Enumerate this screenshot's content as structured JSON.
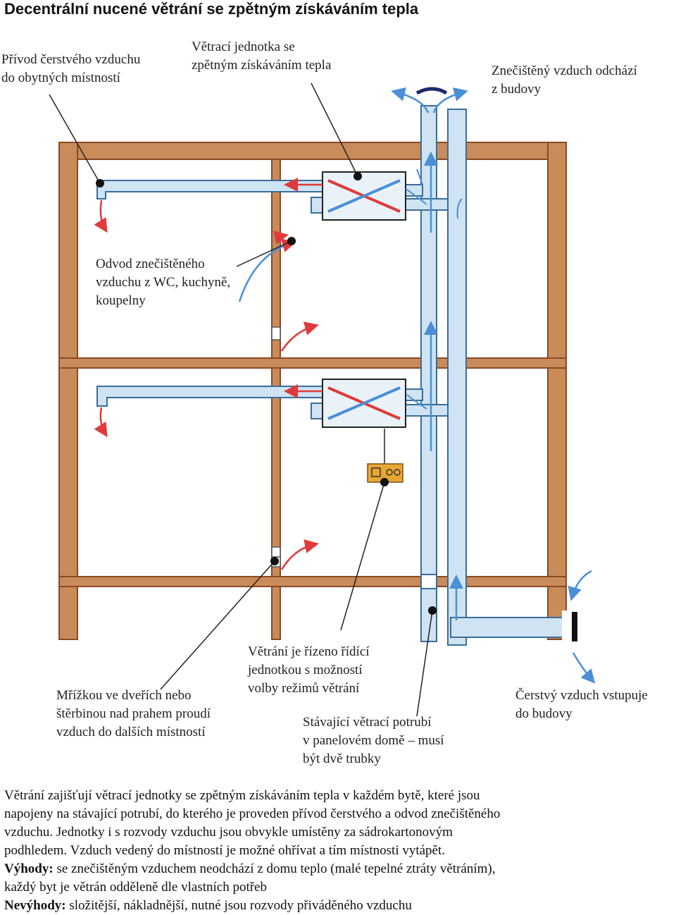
{
  "title": "Decentrální nucené větrání se zpětným získáváním tepla",
  "labels": {
    "fresh_supply": [
      "Přívod čerstvého vzduchu",
      "do obytných místností"
    ],
    "unit": [
      "Větrací jednotka se",
      "zpětným získáváním tepla"
    ],
    "polluted_out": [
      "Znečištěný vzduch odchází",
      "z budovy"
    ],
    "extract": [
      "Odvod znečištěného",
      "vzduchu z WC, kuchyně,",
      "koupelny"
    ],
    "grille": [
      "Mřížkou ve dveřích nebo",
      "štěrbinou nad prahem proudí",
      "vzduch do dalších místností"
    ],
    "control": [
      "Větrání je řízeno řídící",
      "jednotkou s možností",
      "volby režimů větrání"
    ],
    "existing_duct": [
      "Stávající větrací potrubí",
      "v panelovém domě – musí",
      "být dvě trubky"
    ],
    "fresh_in": [
      "Čerstvý vzduch vstupuje",
      "do budovy"
    ]
  },
  "description": {
    "paragraph": [
      "Větrání zajišťují větrací jednotky se zpětným získáváním tepla v každém bytě, které jsou",
      "napojeny na stávající potrubí, do kterého je proveden přívod čerstvého a odvod znečištěného",
      "vzduchu. Jednotky i s rozvody vzduchu jsou obvykle umístěny za sádrokartonovým",
      "podhledem. Vzduch vedený do místností je možné ohřívat a tím místnosti vytápět."
    ],
    "advantages_label": "Výhody:",
    "advantages": [
      " se znečištěným vzduchem neodchází z domu teplo (malé tepelné ztráty větráním),",
      "každý byt je větrán odděleně dle vlastních potřeb"
    ],
    "disadvantages_label": "Nevýhody:",
    "disadvantages": " složitější, nákladnější, nutné jsou rozvody přiváděného vzduchu"
  },
  "colors": {
    "wood": "#a0522d",
    "wood_fill": "#c98b5a",
    "duct_fill": "#cfe3f3",
    "duct_stroke": "#3a6d9a",
    "warm_arrow": "#e03a3a",
    "cool_arrow": "#4a8fd8",
    "control_unit": "#e8a632"
  },
  "icons": {
    "control_unit": "control-panel-icon",
    "grille": "door-grille-icon"
  }
}
